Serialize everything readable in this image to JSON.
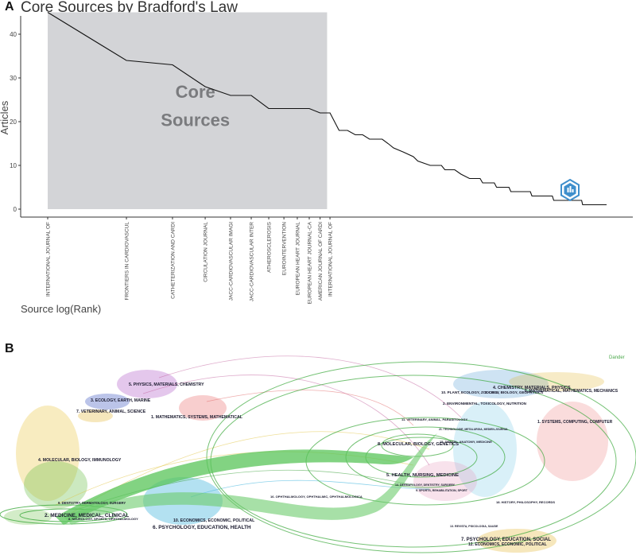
{
  "panel_a": {
    "letter": "A",
    "title": "Core Sources by Bradford's Law",
    "ylabel": "Articles",
    "xlabel": "Source log(Rank)",
    "core_label_line1": "Core",
    "core_label_line2": "Sources",
    "logo_icon": "bibliometrix-hexagon-icon"
  },
  "chart_data": {
    "type": "line",
    "title": "Core Sources by Bradford's Law",
    "xlabel": "Source log(Rank)",
    "ylabel": "Articles",
    "x_scale": "log",
    "xlim": [
      1,
      137
    ],
    "ylim": [
      0,
      46
    ],
    "y_ticks": [
      0,
      10,
      20,
      30,
      40
    ],
    "grid": false,
    "core_zone": {
      "from_rank": 1,
      "to_rank": 11,
      "height": 45
    },
    "tick_labels": [
      {
        "rank": 1,
        "label": "INTERNATIONAL JOURNAL OF"
      },
      {
        "rank": 2,
        "label": "FRONTIERS IN CARDIOVASCUL"
      },
      {
        "rank": 3,
        "label": "CATHETERIZATION AND CARDI"
      },
      {
        "rank": 4,
        "label": "CIRCULATION JOURNAL"
      },
      {
        "rank": 5,
        "label": "JACC-CARDIOVASCULAR IMAGI"
      },
      {
        "rank": 6,
        "label": "JACC-CARDIOVASCULAR INTER"
      },
      {
        "rank": 7,
        "label": "ATHEROSCLEROSIS"
      },
      {
        "rank": 8,
        "label": "EUROINTERVENTION"
      },
      {
        "rank": 9,
        "label": "EUROPEAN HEART JOURNAL"
      },
      {
        "rank": 10,
        "label": "EUROPEAN HEART JOURNAL-CA"
      },
      {
        "rank": 11,
        "label": "AMERICAN JOURNAL OF CARDI"
      },
      {
        "rank": 12,
        "label": "INTERNATIONAL JOURNAL OF"
      }
    ],
    "series": [
      {
        "points": [
          [
            1,
            45
          ],
          [
            2,
            34
          ],
          [
            3,
            33
          ],
          [
            4,
            28
          ],
          [
            5,
            26
          ],
          [
            6,
            26
          ],
          [
            7,
            23
          ],
          [
            8,
            23
          ],
          [
            9,
            23
          ],
          [
            10,
            23
          ],
          [
            11,
            22
          ],
          [
            12,
            22
          ],
          [
            13,
            18
          ],
          [
            14,
            18
          ],
          [
            15,
            17
          ],
          [
            16,
            17
          ],
          [
            17,
            16
          ],
          [
            18,
            16
          ],
          [
            19,
            16
          ],
          [
            20,
            15
          ],
          [
            21,
            14
          ],
          [
            23,
            13
          ],
          [
            25,
            12
          ],
          [
            26,
            11
          ],
          [
            29,
            10
          ],
          [
            32,
            10
          ],
          [
            33,
            9
          ],
          [
            36,
            9
          ],
          [
            38,
            8
          ],
          [
            41,
            7
          ],
          [
            45,
            7
          ],
          [
            46,
            6
          ],
          [
            51,
            6
          ],
          [
            52,
            5
          ],
          [
            58,
            5
          ],
          [
            59,
            4
          ],
          [
            70,
            4
          ],
          [
            71,
            3
          ],
          [
            85,
            3
          ],
          [
            86,
            2
          ],
          [
            110,
            2
          ],
          [
            111,
            1
          ],
          [
            137,
            1
          ]
        ]
      }
    ]
  },
  "panel_b": {
    "letter": "B",
    "watermark": "Dander",
    "left_clusters": [
      "5. PHYSICS, MATERIALS, CHEMISTRY",
      "3. ECOLOGY, EARTH, MARINE",
      "7. VETERINARY, ANIMAL, SCIENCE",
      "1. MATHEMATICS, SYSTEMS, MATHEMATICAL",
      "4. MOLECULAR, BIOLOGY, IMMUNOLOGY",
      "9. DENTISTRY, DERMATOLOGY, SURGERY",
      "2. MEDICINE, MEDICAL, CLINICAL",
      "8. NEUROLOGY, SPORTS, OPHTHALMOLOGY",
      "10. ECONOMICS, ECONOMIC, POLITICAL",
      "6. PSYCHOLOGY, EDUCATION, HEALTH"
    ],
    "right_clusters": [
      "4. CHEMISTRY, MATERIALS, PHYSICS",
      "6. MATHEMATICAL, MATHEMATICS, MECHANICS",
      "10. PLANT, ECOLOGY, ZOOLOGY",
      "3. CELL, BIOLOGY, GEOPHYSICS",
      "2. ENVIRONMENTAL, TOXICOLOGY, NUTRITION",
      "1. SYSTEMS, COMPUTING, COMPUTER",
      "11. VETERINARY, ANIMAL, PARASITOLOGY",
      "21. TECHNOLOGIE, METALURGIA, MEDIEN-JOURNAL",
      "8. MOLECULAR, BIOLOGY, GENETICS",
      "15. DENTAL, ANATOMY, MEDICINE",
      "5. HEALTH, NURSING, MEDICINE",
      "14. DERMATOLOGY, DENTISTRY, SURGERY",
      "9. SPORTS, REHABILITATION, SPORT",
      "16. OPHTHALMOLOGY, OPHTHALMIC, OPHTHALMOLOGICA",
      "18. HISTORY, PHILOSOPHY, RECORDS",
      "13. REVISTA, PSICOLOGIA, SAUDE",
      "7. PSYCHOLOGY, EDUCATION, SOCIAL",
      "12. ECONOMICS, ECONOMIC, POLITICAL"
    ]
  }
}
